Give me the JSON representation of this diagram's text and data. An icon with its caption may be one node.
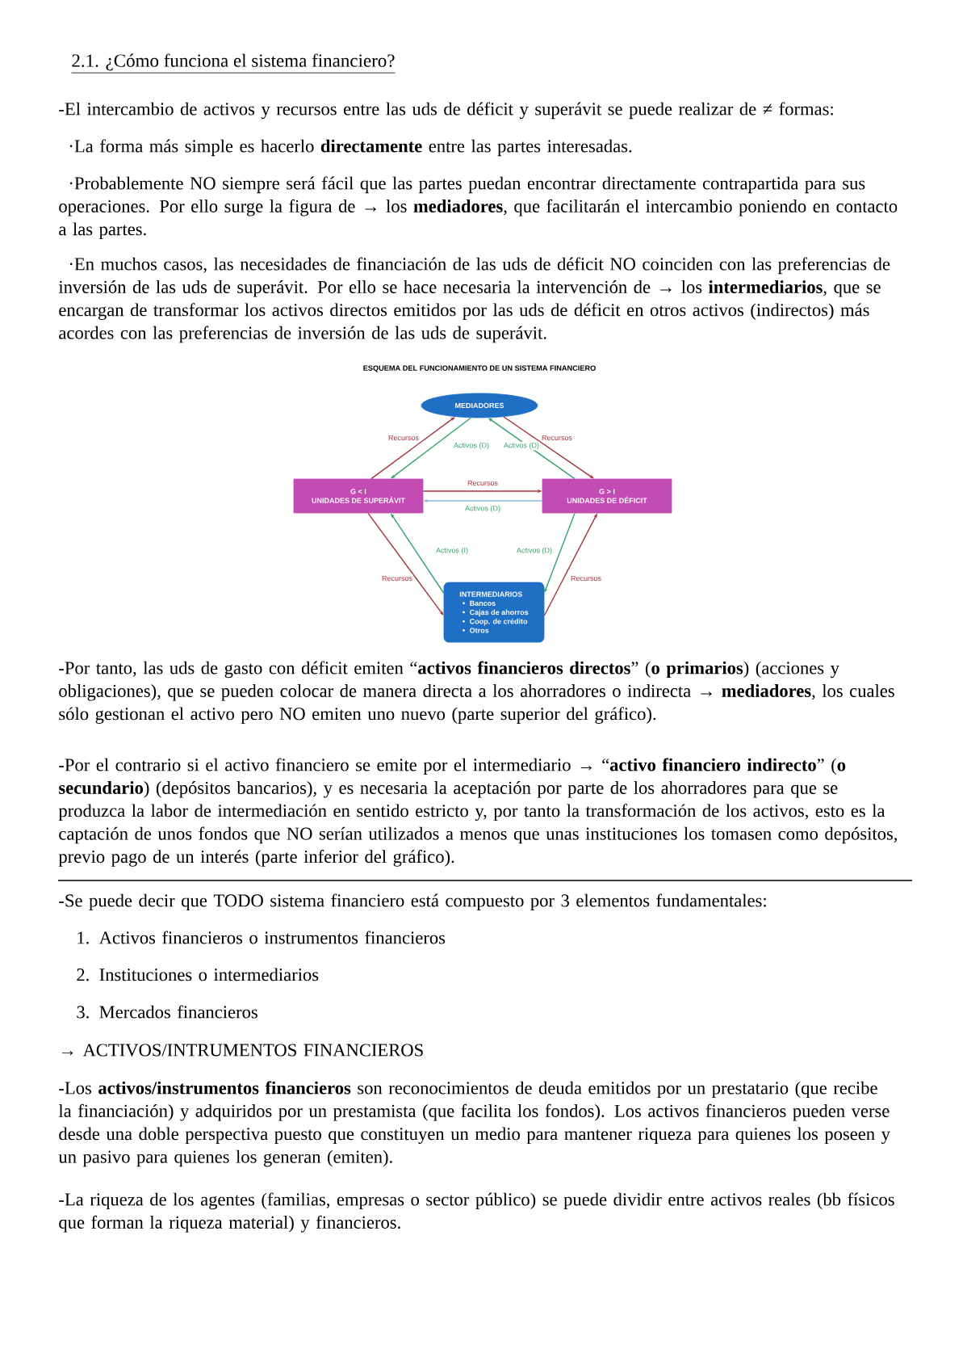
{
  "diagram": {
    "title": "2.1. ¿Cómo funciona el sistema financiero?",
    "nodes": [
      {
        "text": [
          "MEDIADORES"
        ]
      },
      {
        "text": [
          "G < I",
          "UNIDADES DE SUPERÁVIT"
        ]
      },
      {
        "text": [
          "G > I",
          "UNIDADES DE DÉFICIT"
        ]
      },
      {
        "text": [
          "INTERMEDIARIOS",
          "Bancos",
          "Cajas de ahorros",
          "Coop. de crédito",
          "Otros"
        ]
      }
    ],
    "edges": [
      {
        "from": 1,
        "to": 0,
        "arrow": "to",
        "label": "Recursos",
        "color": "#a3343e"
      },
      {
        "from": 0,
        "to": 1,
        "arrow": "to",
        "label": "Activos (D)",
        "color": "#2fa568"
      },
      {
        "from": 0,
        "to": 2,
        "arrow": "to",
        "label": "Recursos",
        "color": "#a3343e"
      },
      {
        "from": 2,
        "to": 0,
        "arrow": "to",
        "label": "Activos (D)",
        "color": "#2fa568"
      },
      {
        "from": 1,
        "to": 2,
        "arrow": "to",
        "label": "Recursos",
        "color": "#a3343e"
      },
      {
        "from": 2,
        "to": 1,
        "arrow": "to",
        "label": "Activos (D)",
        "color": "#8db4e2"
      },
      {
        "from": 1,
        "to": 3,
        "arrow": "to",
        "label": "Recursos",
        "color": "#a3343e"
      },
      {
        "from": 3,
        "to": 1,
        "arrow": "to",
        "label": "Activos (I)",
        "color": "#2fa568"
      },
      {
        "from": 2,
        "to": 3,
        "arrow": "to",
        "label": "Activos (D)",
        "color": "#2fa568"
      },
      {
        "from": 3,
        "to": 2,
        "arrow": "to",
        "label": "Recursos",
        "color": "#a3343e"
      }
    ],
    "labels": [
      "-El intercambio de activos y recursos entre las uds de déficit y superávit se puede realizar de ≠ formas:",
      "·La forma más simple es hacerlo **directamente** entre las partes interesadas.",
      "·Probablemente NO siempre será fácil que las partes puedan encontrar directamente contrapartida para sus operaciones. Por ello surge la figura de → los **mediadores**, que facilitarán el intercambio poniendo en contacto a las partes.",
      "·En muchos casos, las necesidades de financiación de las uds de déficit NO coinciden con las preferencias de inversión de las uds de superávit. Por ello se hace necesaria la intervención de → los **intermediarios**, que se encargan de transformar los activos directos emitidos por las uds de déficit en otros activos (indirectos) más acordes con las preferencias de inversión de las uds de superávit.",
      "ESQUEMA DEL FUNCIONAMIENTO DE UN SISTEMA FINANCIERO",
      "-Por tanto, las uds de gasto con déficit emiten “**activos financieros directos**” (**o primarios**) (acciones y obligaciones), que se pueden colocar de manera directa a los ahorradores o indirecta → **mediadores**, los cuales sólo gestionan el activo pero NO emiten uno nuevo (parte superior del gráfico).",
      "-Por el contrario si el activo financiero se emite por el intermediario → “**activo financiero indirecto**” (**o secundario**) (depósitos bancarios), y es necesaria la aceptación por parte de los ahorradores para que se produzca la labor de intermediación en sentido estricto y, por tanto la transformación de los activos, esto es la captación de unos fondos que NO serían utilizados a menos que unas instituciones los tomasen como depósitos, previo pago de un interés (parte inferior del gráfico).",
      "-Se puede decir que TODO sistema financiero está compuesto por 3 elementos fundamentales:",
      "1. Activos financieros o instrumentos financieros",
      "2. Instituciones o intermediarios",
      "3. Mercados financieros",
      "→ ACTIVOS/INTRUMENTOS FINANCIEROS",
      "-Los **activos/instrumentos financieros** son reconocimientos de deuda emitidos por un prestatario (que recibe la financiación) y adquiridos por un prestamista (que facilita los fondos). Los activos financieros pueden verse desde una doble perspectiva puesto que constituyen un medio para mantener riqueza para quienes los poseen y un pasivo para quienes los generan (emiten).",
      "-La riqueza de los agentes (familias, empresas o sector público) se puede dividir entre activos reales (bb físicos que forman la riqueza material) y financieros."
    ]
  }
}
